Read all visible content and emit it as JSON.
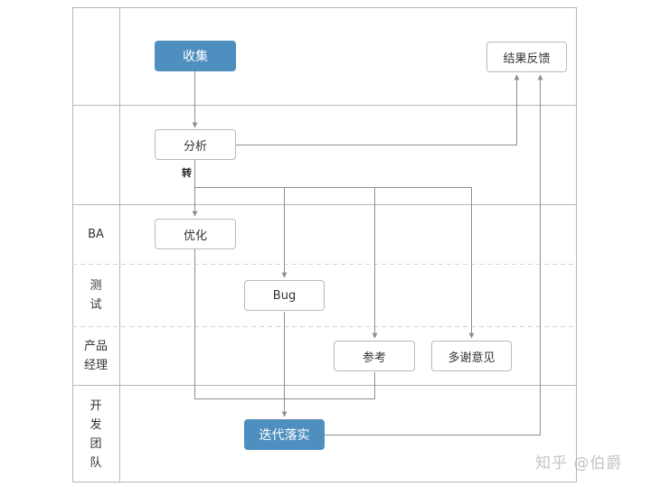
{
  "lanes": [
    {
      "label": ""
    },
    {
      "label": ""
    },
    {
      "label": "BA"
    },
    {
      "label": "测试"
    },
    {
      "label": "产品经理"
    },
    {
      "label": "开发团队"
    }
  ],
  "nodes": {
    "collect": "收集",
    "feedback": "结果反馈",
    "analyze": "分析",
    "optimize": "优化",
    "bug": "Bug",
    "reference": "参考",
    "thanks": "多谢意见",
    "implement": "迭代落实"
  },
  "edge_labels": {
    "transfer": "转"
  },
  "watermark": "知乎 @伯爵",
  "colors": {
    "primary_fill": "#4f8fc0",
    "border": "#b9b9b9",
    "connector": "#8f8f8f",
    "lane_divider": "#b5b5b5",
    "lane_divider_dashed": "#d3d3d3"
  }
}
